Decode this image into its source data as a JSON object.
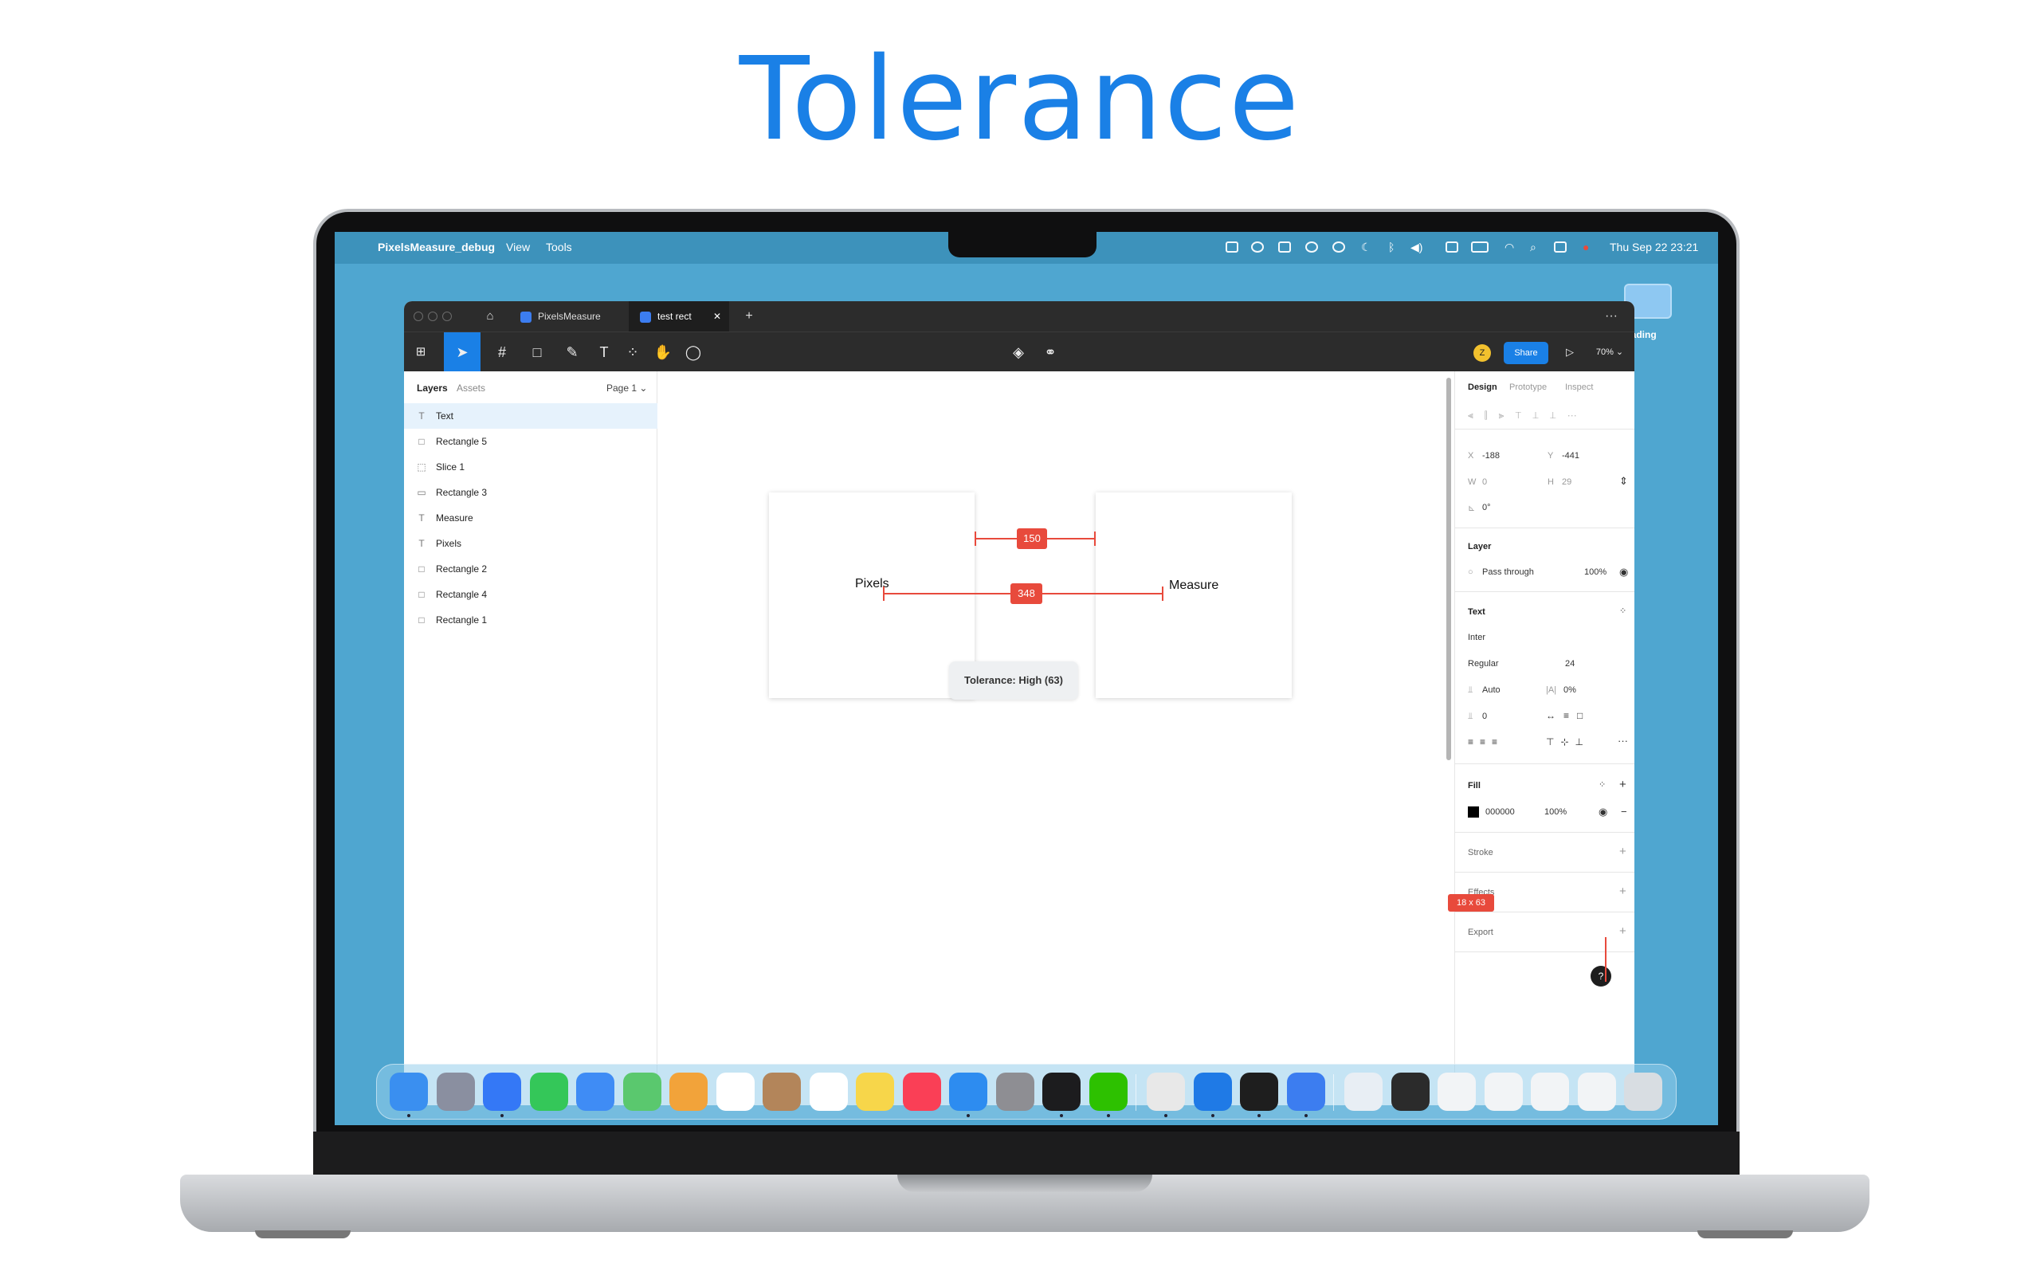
{
  "headline": "Tolerance",
  "menubar": {
    "app_name": "PixelsMeasure_debug",
    "menus": [
      "View",
      "Tools"
    ],
    "datetime": "Thu Sep 22  23:21"
  },
  "desktop": {
    "folder_label": "eading"
  },
  "window": {
    "tabs": [
      {
        "label": "PixelsMeasure"
      },
      {
        "label": "test rect"
      }
    ],
    "toolbar": {
      "share_label": "Share",
      "zoom": "70%",
      "avatar_initial": "Z"
    }
  },
  "layers_panel": {
    "tab_layers": "Layers",
    "tab_assets": "Assets",
    "page_label": "Page 1",
    "items": [
      {
        "icon": "T",
        "label": "Text"
      },
      {
        "icon": "□",
        "label": "Rectangle 5"
      },
      {
        "icon": "⬚",
        "label": "Slice 1"
      },
      {
        "icon": "▭",
        "label": "Rectangle 3"
      },
      {
        "icon": "T",
        "label": "Measure"
      },
      {
        "icon": "T",
        "label": "Pixels"
      },
      {
        "icon": "□",
        "label": "Rectangle 2"
      },
      {
        "icon": "□",
        "label": "Rectangle 4"
      },
      {
        "icon": "□",
        "label": "Rectangle 1"
      }
    ]
  },
  "canvas": {
    "text_left": "Pixels",
    "text_right": "Measure",
    "measure_top": "150",
    "measure_middle": "348",
    "tolerance_tooltip": "Tolerance: High (63)",
    "size_badge": "18 x 63"
  },
  "design_panel": {
    "tabs": [
      "Design",
      "Prototype",
      "Inspect"
    ],
    "x_label": "X",
    "x_value": "-188",
    "y_label": "Y",
    "y_value": "-441",
    "w_label": "W",
    "w_value": "0",
    "h_label": "H",
    "h_value": "29",
    "rotation": "0°",
    "layer_title": "Layer",
    "blend_mode": "Pass through",
    "layer_opacity": "100%",
    "text_title": "Text",
    "font_family": "Inter",
    "font_style": "Regular",
    "font_size": "24",
    "line_height": "Auto",
    "letter_spacing_label": "|A|",
    "letter_spacing": "0%",
    "paragraph_spacing": "0",
    "fill_title": "Fill",
    "fill_hex": "000000",
    "fill_opacity": "100%",
    "stroke_title": "Stroke",
    "effects_title": "Effects",
    "export_title": "Export"
  },
  "colors": {
    "accent": "#1a80e6",
    "measure_red": "#e84a3c",
    "desktop_bg": "#4fa6d0",
    "share_blue": "#1a80e6",
    "fill_swatch": "#000000"
  }
}
